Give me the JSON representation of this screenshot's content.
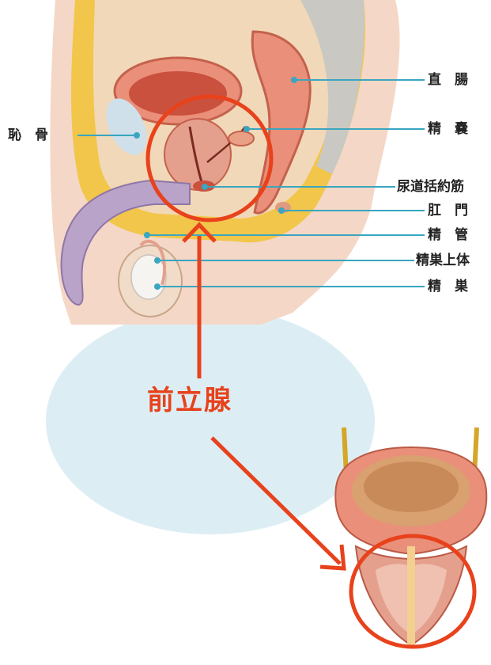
{
  "title": "前立腺",
  "labels": {
    "pubic_bone": "恥　骨",
    "rectum": "直　腸",
    "seminal_vesicle": "精　嚢",
    "urethral_sphincter": "尿道括約筋",
    "anus": "肛　門",
    "vas_deferens": "精　管",
    "epididymis": "精巣上体",
    "testis": "精　巣"
  },
  "colors": {
    "highlight": "#e8421c",
    "leader_line": "#3aa6c0",
    "bubble": "#dceef4",
    "organ_pink": "#e98f7a",
    "fat_yellow": "#f2c64a",
    "penis_purple": "#b9a3c9"
  }
}
